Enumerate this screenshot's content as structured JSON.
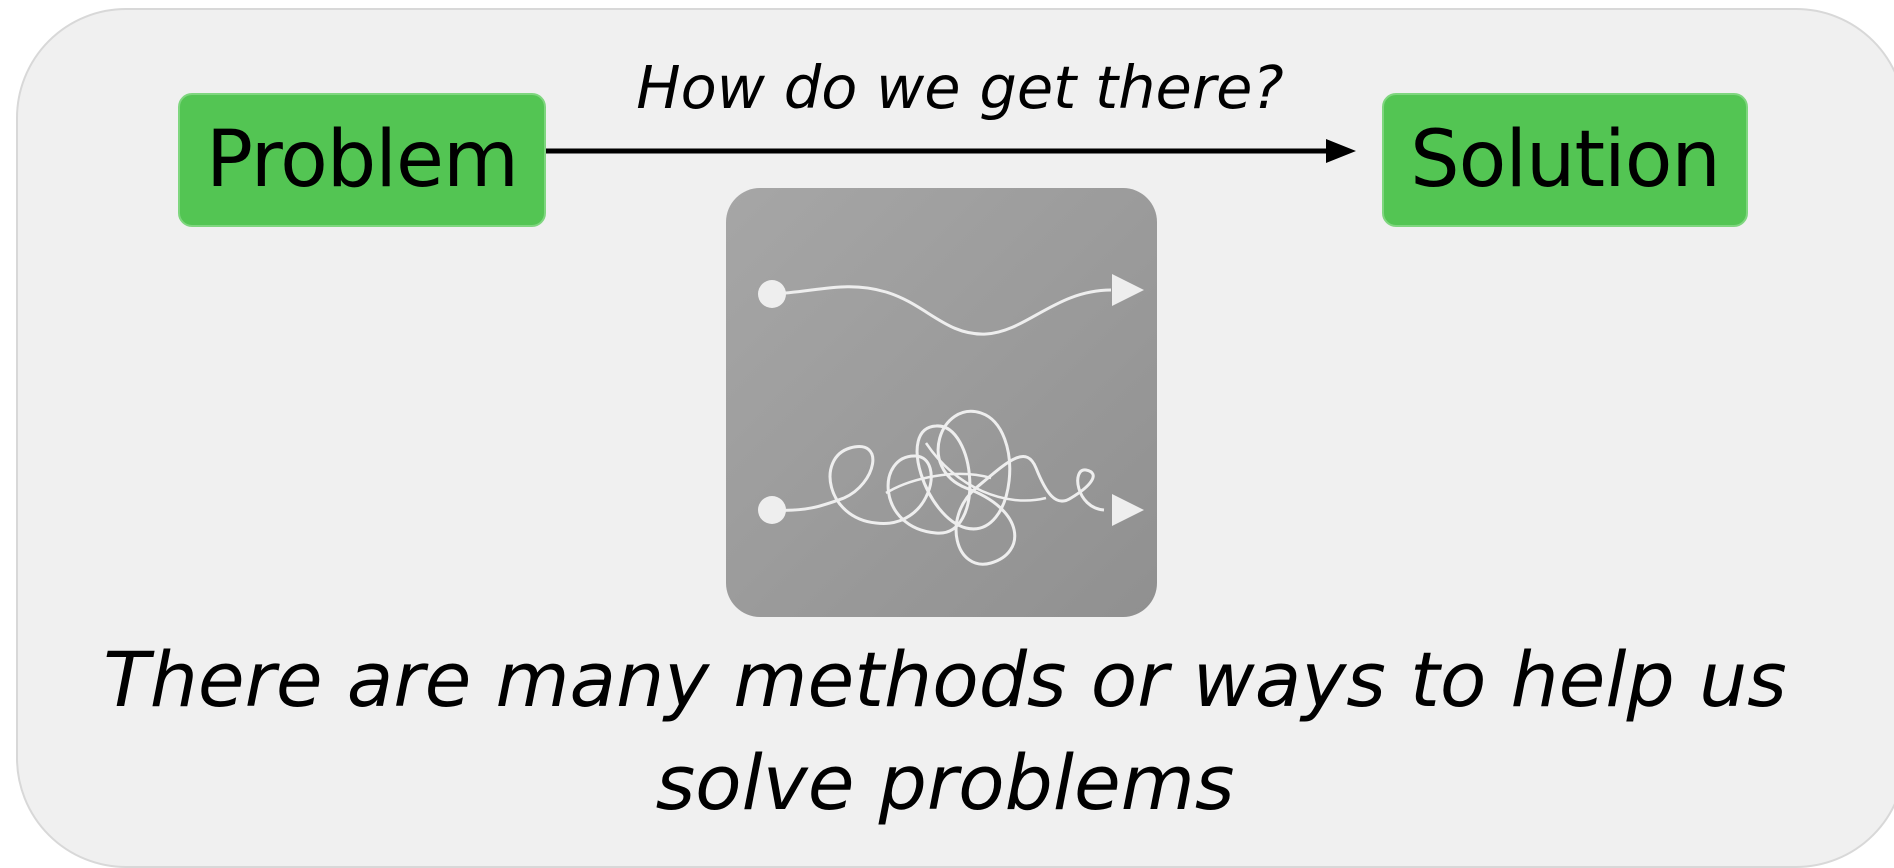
{
  "diagram": {
    "start_label": "Problem",
    "end_label": "Solution",
    "arrow_label": "How do we get there?",
    "caption": "There are many methods or ways to help us solve problems"
  },
  "colors": {
    "panel_bg": "#f0f0f0",
    "box_fill": "#53c553",
    "image_bg": "#9c9c9c",
    "string_color": "#eeeeee"
  },
  "icons": {
    "straight_path": "straight-path-icon",
    "tangled_path": "tangled-path-icon"
  }
}
